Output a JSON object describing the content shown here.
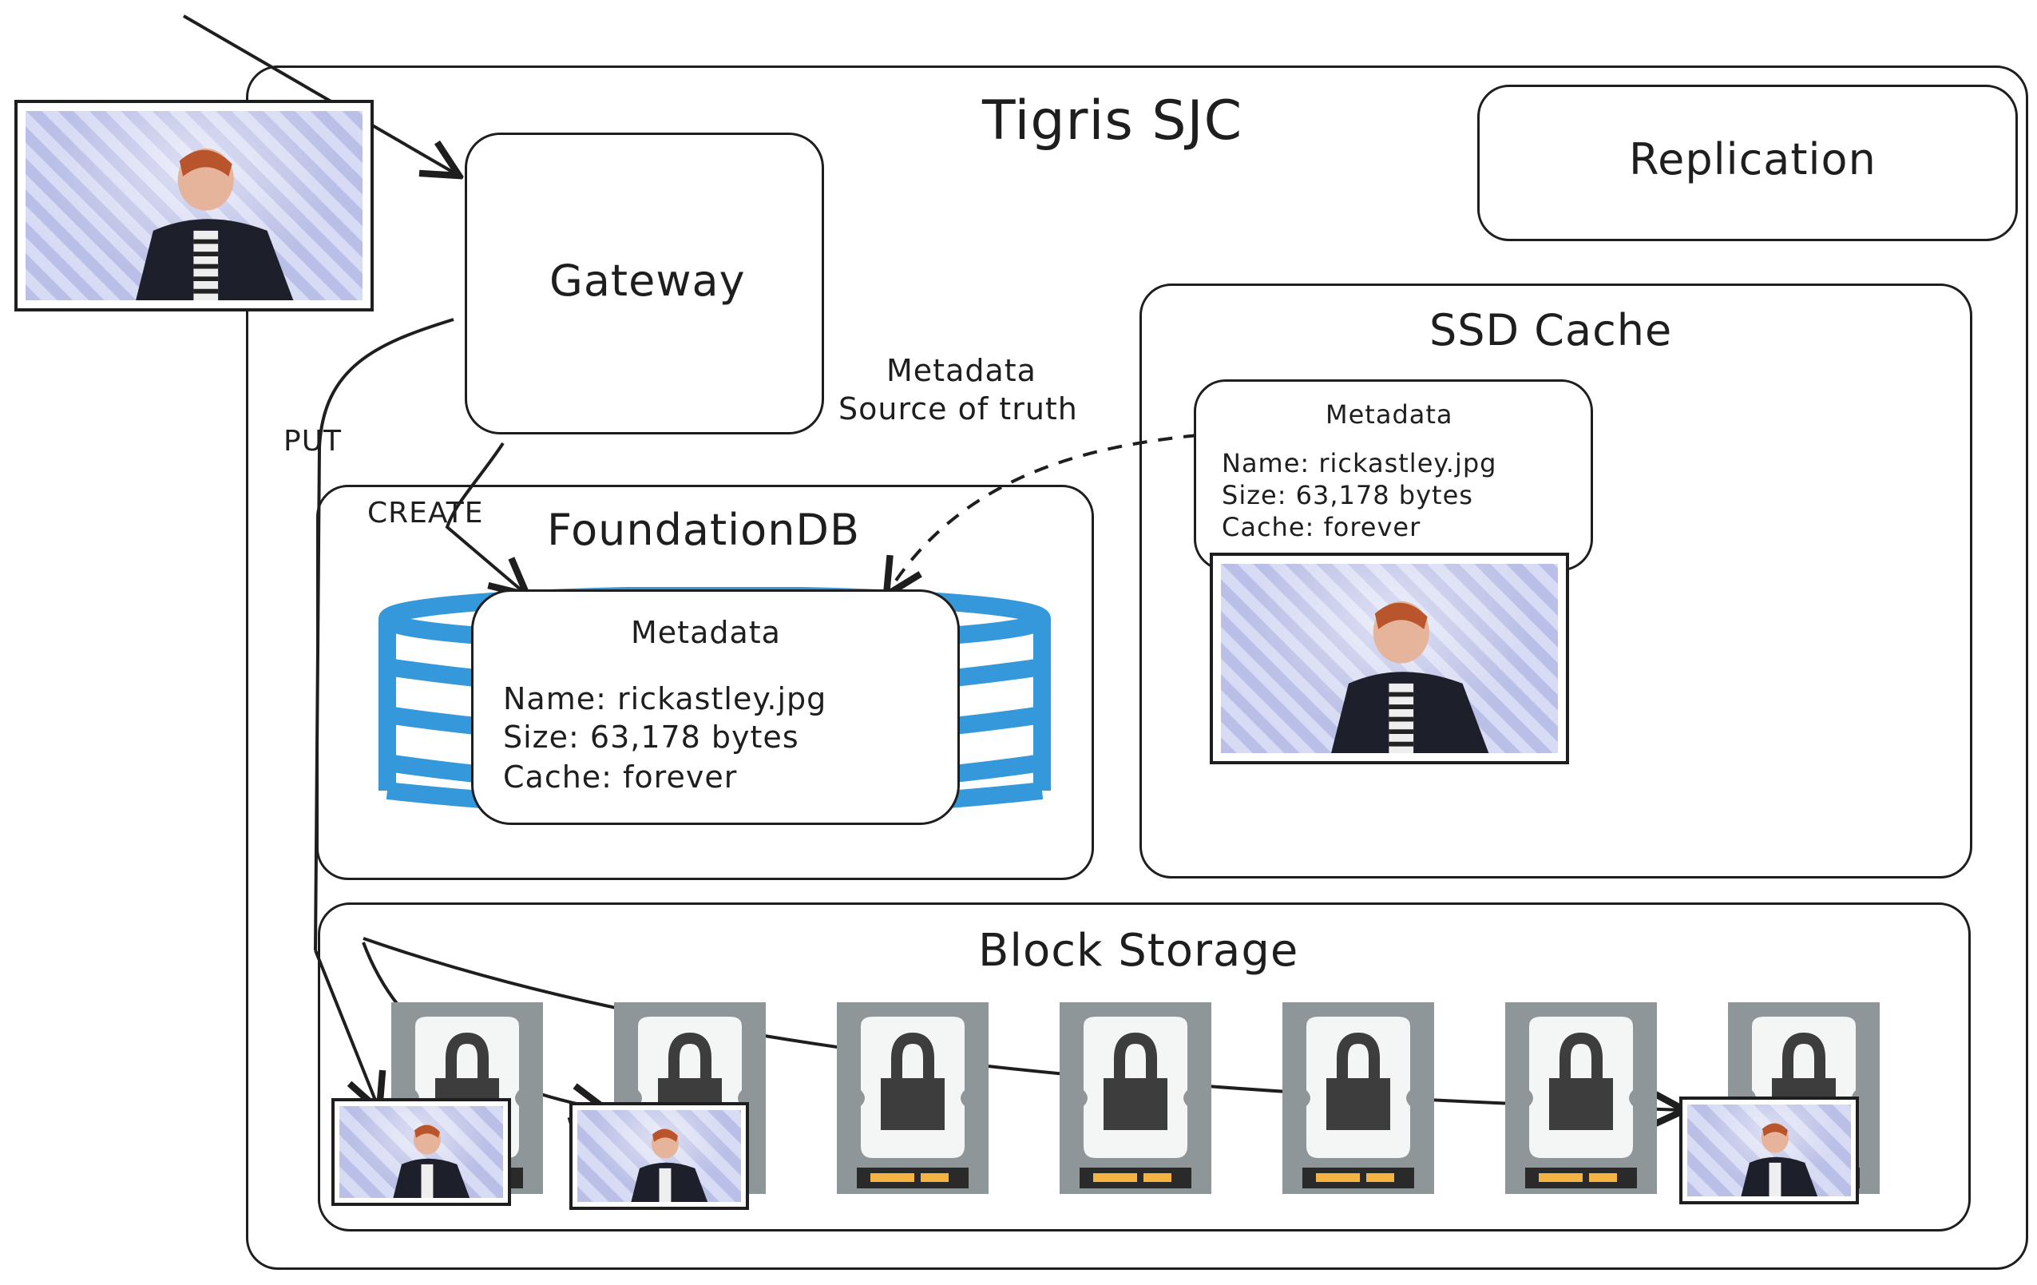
{
  "diagram": {
    "region_title": "Tigris SJC",
    "gateway_label": "Gateway",
    "replication_label": "Replication",
    "foundationdb_label": "FoundationDB",
    "ssd_cache_label": "SSD Cache",
    "block_storage_label": "Block Storage",
    "annotations": {
      "put": "PUT",
      "create": "CREATE",
      "source_of_truth_line1": "Metadata",
      "source_of_truth_line2": "Source of truth"
    },
    "fdb_metadata": {
      "title": "Metadata",
      "name": "Name: rickastley.jpg",
      "size": "Size: 63,178 bytes",
      "cache": "Cache: forever"
    },
    "cache_metadata": {
      "title": "Metadata",
      "name": "Name: rickastley.jpg",
      "size": "Size: 63,178 bytes",
      "cache": "Cache: forever"
    },
    "block_storage": {
      "drive_count": 7,
      "drives_with_copy": [
        1,
        2,
        7
      ]
    },
    "colors": {
      "stroke": "#1e1e1e",
      "db_blue": "#3498db",
      "drive_gray": "#8f9699",
      "drive_light": "#f4f5f5",
      "lock_dark": "#3d3d3d",
      "led_yellow": "#f5b342"
    }
  }
}
